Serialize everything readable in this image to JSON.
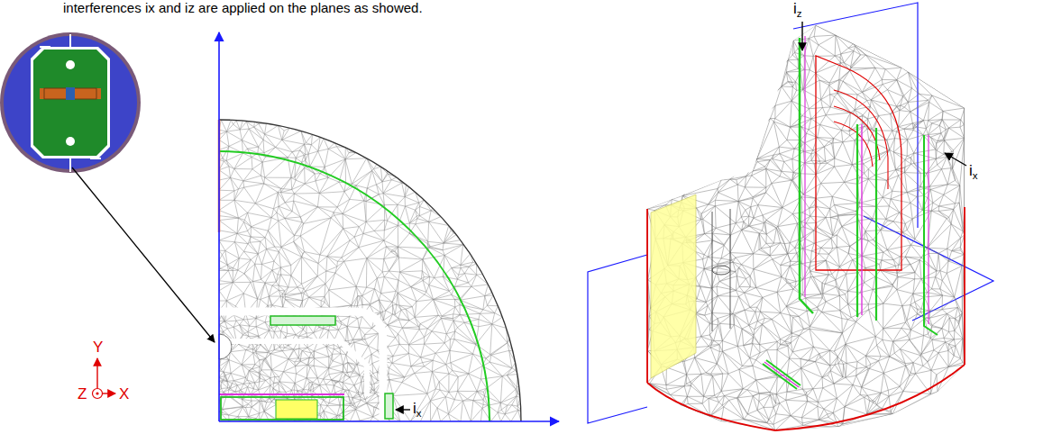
{
  "diagram": {
    "labels": [
      "interferences ix and iz are applied on the planes as showed.",
      "iz",
      "Y",
      "ix",
      "Z",
      "X",
      "ix"
    ]
  }
}
